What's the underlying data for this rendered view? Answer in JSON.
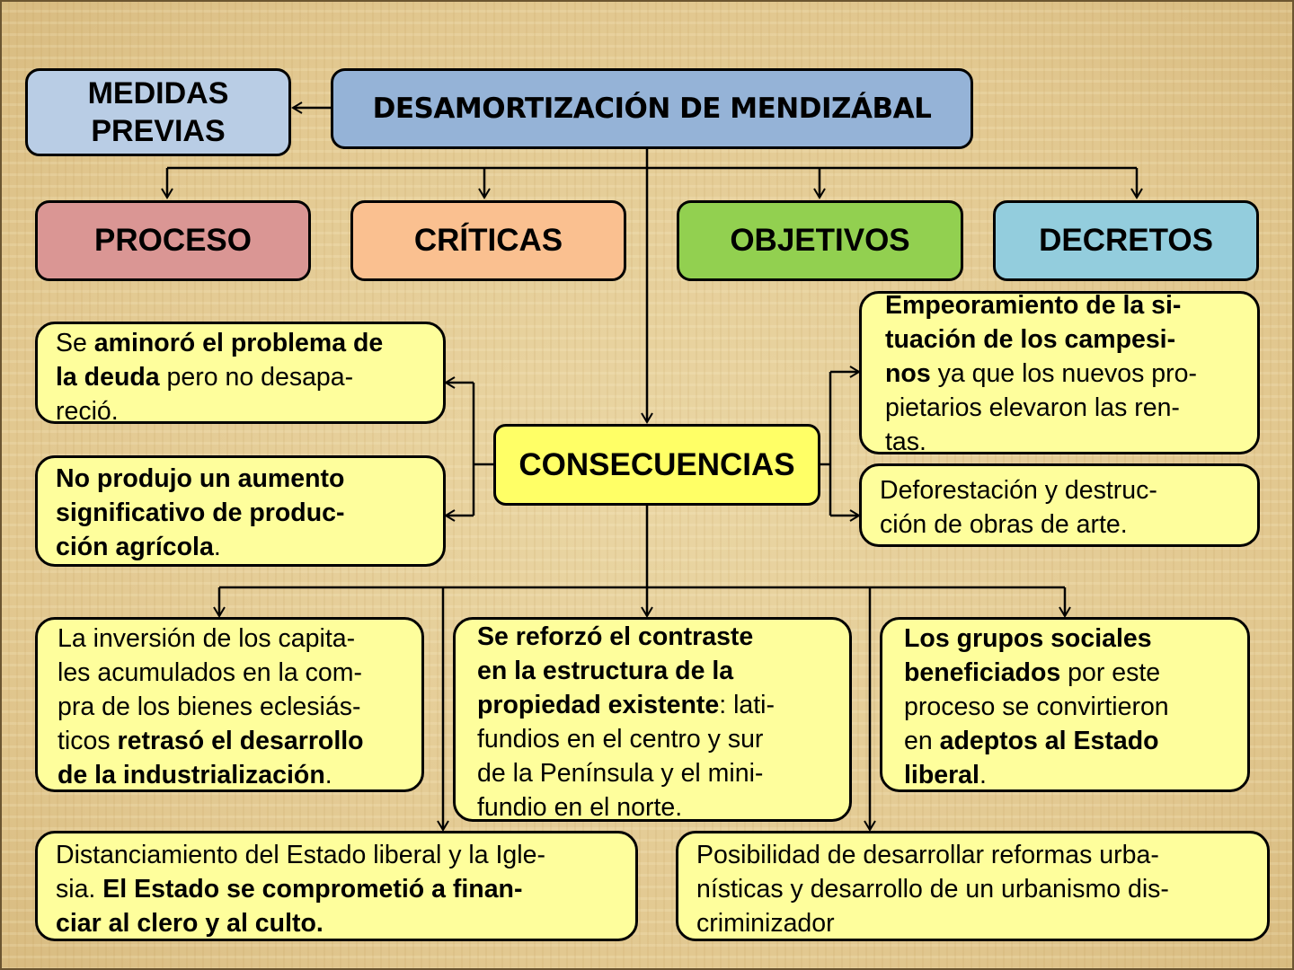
{
  "diagram": {
    "title": "DESAMORTIZACIÓN DE MENDIZÁBAL",
    "medidas_previas": {
      "line1": "MEDIDAS",
      "line2": "PREVIAS"
    },
    "categories": [
      {
        "label": "PROCESO",
        "color": "#da9694"
      },
      {
        "label": "CRÍTICAS",
        "color": "#fac090"
      },
      {
        "label": "OBJETIVOS",
        "color": "#92d050"
      },
      {
        "label": "DECRETOS",
        "color": "#93cddd"
      }
    ],
    "consecuencias": "CONSECUENCIAS",
    "colors": {
      "title_box": "#95b3d7",
      "medidas_box": "#b9cde5",
      "consecuencias_box": "#ffff66",
      "text_box": "#fefe9c",
      "background": "#e6cf98"
    },
    "left_boxes": [
      {
        "lines": [
          [
            {
              "t": "Se ",
              "b": false
            },
            {
              "t": "aminoró el problema de",
              "b": true
            }
          ],
          [
            {
              "t": "la deuda",
              "b": true
            },
            {
              "t": " pero no desapa-",
              "b": false
            }
          ],
          [
            {
              "t": "reció.",
              "b": false
            }
          ]
        ]
      },
      {
        "lines": [
          [
            {
              "t": "No produjo un aumento",
              "b": true
            }
          ],
          [
            {
              "t": "significativo de produc-",
              "b": true
            }
          ],
          [
            {
              "t": "ción agrícola",
              "b": true
            },
            {
              "t": ".",
              "b": false
            }
          ]
        ]
      }
    ],
    "right_boxes": [
      {
        "lines": [
          [
            {
              "t": "Empeoramiento de la si-",
              "b": true
            }
          ],
          [
            {
              "t": "tuación de los campesi-",
              "b": true
            }
          ],
          [
            {
              "t": "nos",
              "b": true
            },
            {
              "t": " ya que los nuevos pro-",
              "b": false
            }
          ],
          [
            {
              "t": "pietarios elevaron las ren-",
              "b": false
            }
          ],
          [
            {
              "t": "tas.",
              "b": false
            }
          ]
        ]
      },
      {
        "lines": [
          [
            {
              "t": "Deforestación y destruc-",
              "b": false
            }
          ],
          [
            {
              "t": "ción de obras de arte.",
              "b": false
            }
          ]
        ]
      }
    ],
    "bottom_row": [
      {
        "lines": [
          [
            {
              "t": "La inversión de los capita-",
              "b": false
            }
          ],
          [
            {
              "t": "les acumulados en la com-",
              "b": false
            }
          ],
          [
            {
              "t": "pra de los bienes eclesiás-",
              "b": false
            }
          ],
          [
            {
              "t": "ticos ",
              "b": false
            },
            {
              "t": "retrasó el desarrollo",
              "b": true
            }
          ],
          [
            {
              "t": "de la industrialización",
              "b": true
            },
            {
              "t": ".",
              "b": false
            }
          ]
        ]
      },
      {
        "lines": [
          [
            {
              "t": "Se reforzó el contraste",
              "b": true
            }
          ],
          [
            {
              "t": "en la estructura de la",
              "b": true
            }
          ],
          [
            {
              "t": "propiedad existente",
              "b": true
            },
            {
              "t": ": lati-",
              "b": false
            }
          ],
          [
            {
              "t": "fundios en el centro y sur",
              "b": false
            }
          ],
          [
            {
              "t": "de la Península y el mini-",
              "b": false
            }
          ],
          [
            {
              "t": "fundio en el norte.",
              "b": false
            }
          ]
        ]
      },
      {
        "lines": [
          [
            {
              "t": "Los grupos sociales",
              "b": true
            }
          ],
          [
            {
              "t": "beneficiados",
              "b": true
            },
            {
              "t": " por este",
              "b": false
            }
          ],
          [
            {
              "t": "proceso se convirtieron",
              "b": false
            }
          ],
          [
            {
              "t": "en ",
              "b": false
            },
            {
              "t": "adeptos al Estado",
              "b": true
            }
          ],
          [
            {
              "t": "liberal",
              "b": true
            },
            {
              "t": ".",
              "b": false
            }
          ]
        ]
      }
    ],
    "final_row": [
      {
        "lines": [
          [
            {
              "t": "Distanciamiento del Estado liberal y la Igle-",
              "b": false
            }
          ],
          [
            {
              "t": "sia. ",
              "b": false
            },
            {
              "t": "El Estado se comprometió a finan-",
              "b": true
            }
          ],
          [
            {
              "t": "ciar al clero y al culto.",
              "b": true
            }
          ]
        ]
      },
      {
        "lines": [
          [
            {
              "t": "Posibilidad de desarrollar reformas urba-",
              "b": false
            }
          ],
          [
            {
              "t": "nísticas y desarrollo de un urbanismo dis-",
              "b": false
            }
          ],
          [
            {
              "t": "criminizador",
              "b": false
            }
          ]
        ]
      }
    ]
  }
}
